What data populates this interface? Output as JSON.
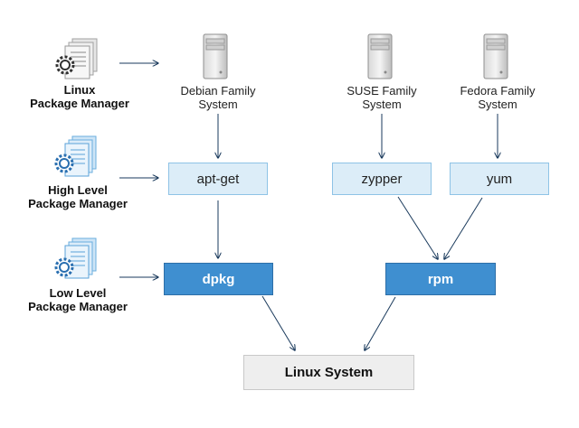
{
  "managers": {
    "linux": {
      "line1": "Linux",
      "line2": "Package Manager"
    },
    "high": {
      "line1": "High Level",
      "line2": "Package Manager"
    },
    "low": {
      "line1": "Low Level",
      "line2": "Package Manager"
    }
  },
  "systems": {
    "debian": {
      "line1": "Debian Family",
      "line2": "System"
    },
    "suse": {
      "line1": "SUSE Family",
      "line2": "System"
    },
    "fedora": {
      "line1": "Fedora Family",
      "line2": "System"
    }
  },
  "boxes": {
    "apt_get": "apt-get",
    "zypper": "zypper",
    "yum": "yum",
    "dpkg": "dpkg",
    "rpm": "rpm",
    "linux_system": "Linux System"
  },
  "colors": {
    "light_box": "#dcedf8",
    "dark_box": "#3f8fd0",
    "grey_box": "#eeeeee",
    "arrow": "#1a3a5c"
  },
  "icons": [
    "gear-document-icon",
    "server-icon"
  ]
}
